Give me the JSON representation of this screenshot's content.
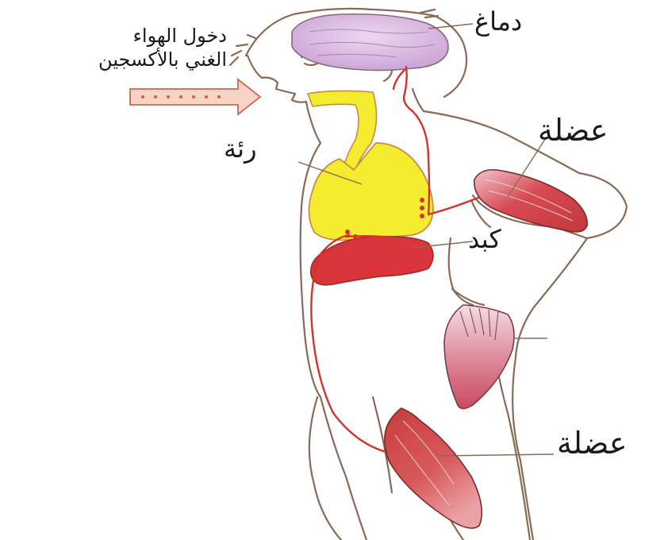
{
  "labels": {
    "air_line1": "دخول الهواء",
    "air_line2": "الغني بالأكسجين",
    "brain": "دماغ",
    "muscle_arm": "عضلة",
    "lung": "رئة",
    "liver": "كبد",
    "muscle_leg": "عضلة"
  },
  "colors": {
    "outline": "#8a6a55",
    "vessel": "#d6322b",
    "lung": "#f4ec2e",
    "liver": "#d8343a",
    "muscle": "#d44848",
    "brain": "#d9b8e2",
    "arrow": "#e8856a"
  },
  "icons": {
    "airflow": "airflow-arrow-icon"
  }
}
